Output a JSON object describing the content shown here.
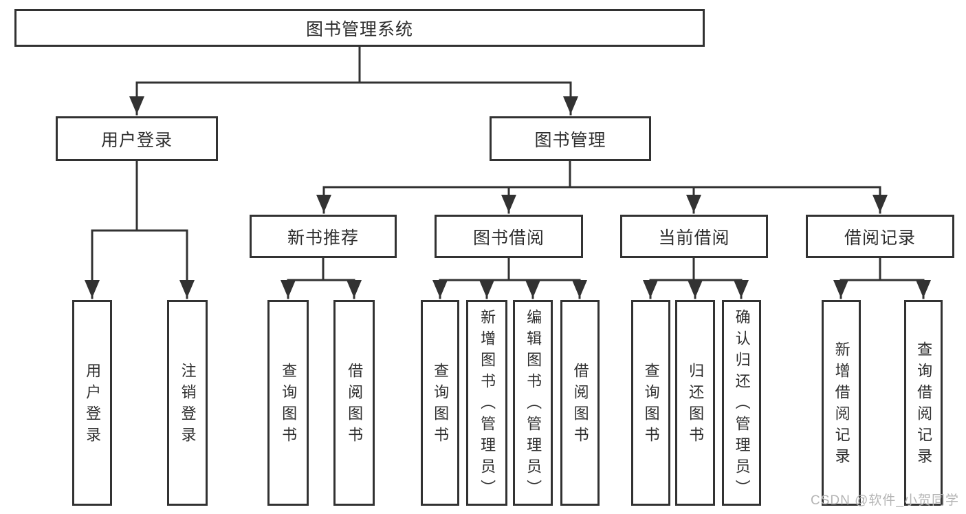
{
  "colors": {
    "line": "#323232",
    "box_border": "#323232",
    "text": "#2e2e2e",
    "watermark": "#b4b4b4",
    "background": "#ffffff"
  },
  "nodes": {
    "root": "图书管理系统",
    "user_login": "用户登录",
    "book_management": "图书管理",
    "new_book_recommend": "新书推荐",
    "book_borrow": "图书借阅",
    "current_borrow": "当前借阅",
    "borrow_records": "借阅记录",
    "leaf_user_login": "用户登录",
    "leaf_logout": "注销登录",
    "nb_query_books": "查询图书",
    "nb_borrow_books": "借阅图书",
    "bb_query_books": "查询图书",
    "bb_add_books": "新增图书（管理员）",
    "bb_edit_books": "编辑图书（管理员）",
    "bb_borrow_books": "借阅图书",
    "cb_query_books": "查询图书",
    "cb_return_books": "归还图书",
    "cb_confirm_return": "确认归还（管理员）",
    "br_add_record": "新增借阅记录",
    "br_query_record": "查询借阅记录"
  },
  "hierarchy": {
    "图书管理系统": [
      "用户登录",
      "图书管理"
    ],
    "用户登录": [
      "用户登录",
      "注销登录"
    ],
    "图书管理": [
      "新书推荐",
      "图书借阅",
      "当前借阅",
      "借阅记录"
    ],
    "新书推荐": [
      "查询图书",
      "借阅图书"
    ],
    "图书借阅": [
      "查询图书",
      "新增图书（管理员）",
      "编辑图书（管理员）",
      "借阅图书"
    ],
    "当前借阅": [
      "查询图书",
      "归还图书",
      "确认归还（管理员）"
    ],
    "借阅记录": [
      "新增借阅记录",
      "查询借阅记录"
    ]
  },
  "watermark": "CSDN @软件_小贺同学"
}
